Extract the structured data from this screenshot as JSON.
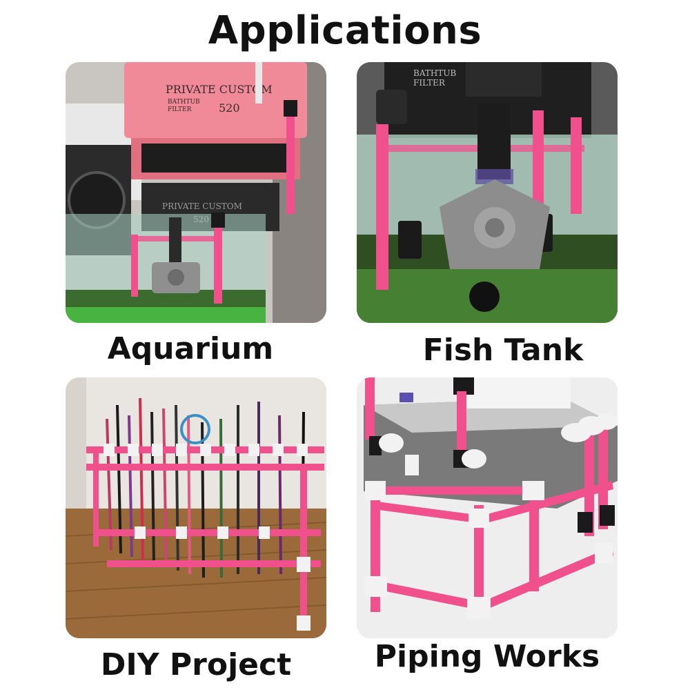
{
  "page": {
    "title": "Applications"
  },
  "panels": [
    {
      "caption": "Aquarium",
      "box_text": [
        "PRIVATE CUSTOM",
        "BATHTUB",
        "FILTER",
        "520",
        "PRIVATE CUSTOM",
        "520"
      ]
    },
    {
      "caption": "Fish Tank",
      "box_text": [
        "BATHTUB",
        "FILTER"
      ]
    },
    {
      "caption": "DIY Project"
    },
    {
      "caption": "Piping Works"
    }
  ],
  "colors": {
    "pipe_pink": "#f0508c",
    "fitting_white": "#f2f2f2",
    "fitting_black": "#1a1a1a",
    "crate_pink": "#f08a98",
    "water_green": "#3b6b2e"
  }
}
